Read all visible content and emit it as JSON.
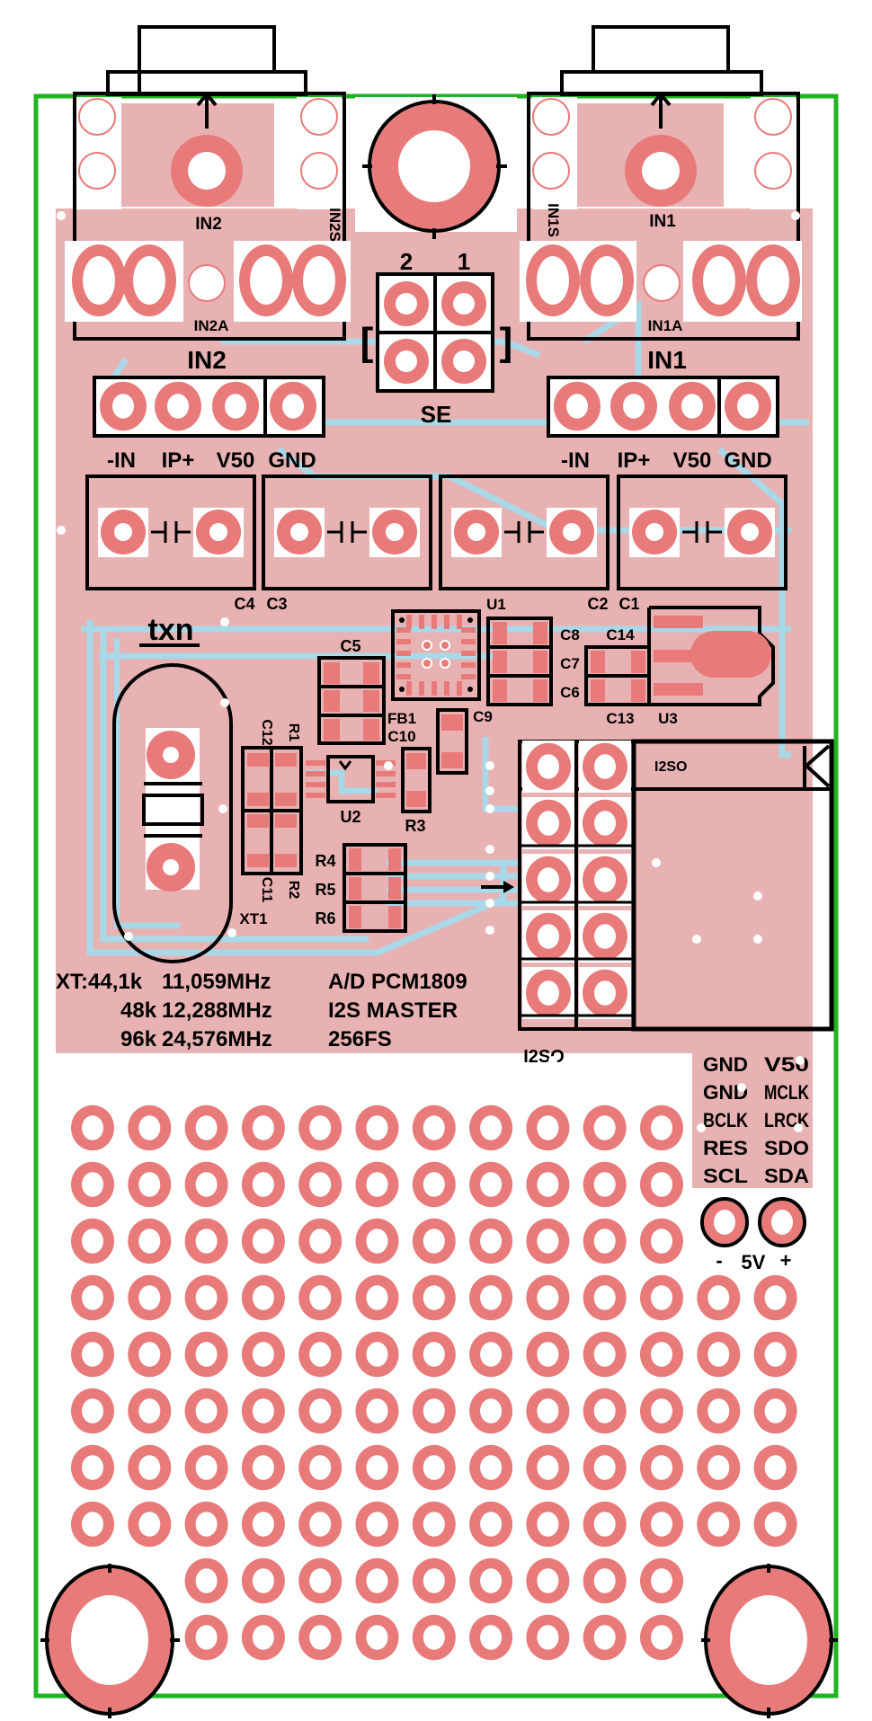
{
  "board": {
    "title": "PCM1808 A/D I2S board",
    "colors": {
      "outline": "#1fb51f",
      "copper_pour": "#e8b2b2",
      "pad": "#e87a7a",
      "trace_gap": "#a9d8e8",
      "silkscreen": "#000000"
    }
  },
  "connectors": {
    "in2_jack": {
      "label": "IN2",
      "switch_label": "IN2S",
      "alt_label": "IN2A"
    },
    "in1_jack": {
      "label": "IN1",
      "switch_label": "IN1S",
      "alt_label": "IN1A"
    },
    "se_jumper": {
      "label": "SE",
      "pin_labels": [
        "2",
        "1"
      ],
      "bracket_left": "[",
      "bracket_right": "]"
    },
    "in2_header": {
      "title": "IN2",
      "pins": [
        "-IN",
        "IP+",
        "V50",
        "GND"
      ]
    },
    "in1_header": {
      "title": "IN1",
      "pins": [
        "-IN",
        "IP+",
        "V50",
        "GND"
      ]
    },
    "i2s_header": {
      "ref": "I2SO",
      "box_label": "I2SO",
      "pin_map": [
        [
          "GND",
          "V50"
        ],
        [
          "GND",
          "MCLK"
        ],
        [
          "BCLK",
          "LRCK"
        ],
        [
          "RES",
          "SDO"
        ],
        [
          "SCL",
          "SDA"
        ]
      ]
    },
    "power": {
      "label_minus": "-",
      "label_voltage": "5V",
      "label_plus": "+"
    }
  },
  "components": {
    "caps_large": [
      "C4",
      "C3",
      "C2",
      "C1"
    ],
    "logo": "txn",
    "u1": "U1",
    "u2": "U2",
    "u3": "U3",
    "c5": "C5",
    "fb1": "FB1",
    "c10": "C10",
    "c9": "C9",
    "c8": "C8",
    "c7": "C7",
    "c6": "C6",
    "c14": "C14",
    "c13": "C13",
    "c12": "C12",
    "c11": "C11",
    "r1": "R1",
    "r2": "R2",
    "r3": "R3",
    "r4": "R4",
    "r5": "R5",
    "r6": "R6",
    "xt1": "XT1"
  },
  "notes": {
    "lines": [
      {
        "rate": "XT:44,1k",
        "freq": "11,059MHz",
        "info": "A/D PCM1809"
      },
      {
        "rate": "48k",
        "freq": "12,288MHz",
        "info": "I2S MASTER"
      },
      {
        "rate": "96k",
        "freq": "24,576MHz",
        "info": "256FS"
      }
    ]
  },
  "proto_area": {
    "rows_full": 8,
    "rows_short": 2,
    "cols_main": 11,
    "cols_extra": 2
  }
}
